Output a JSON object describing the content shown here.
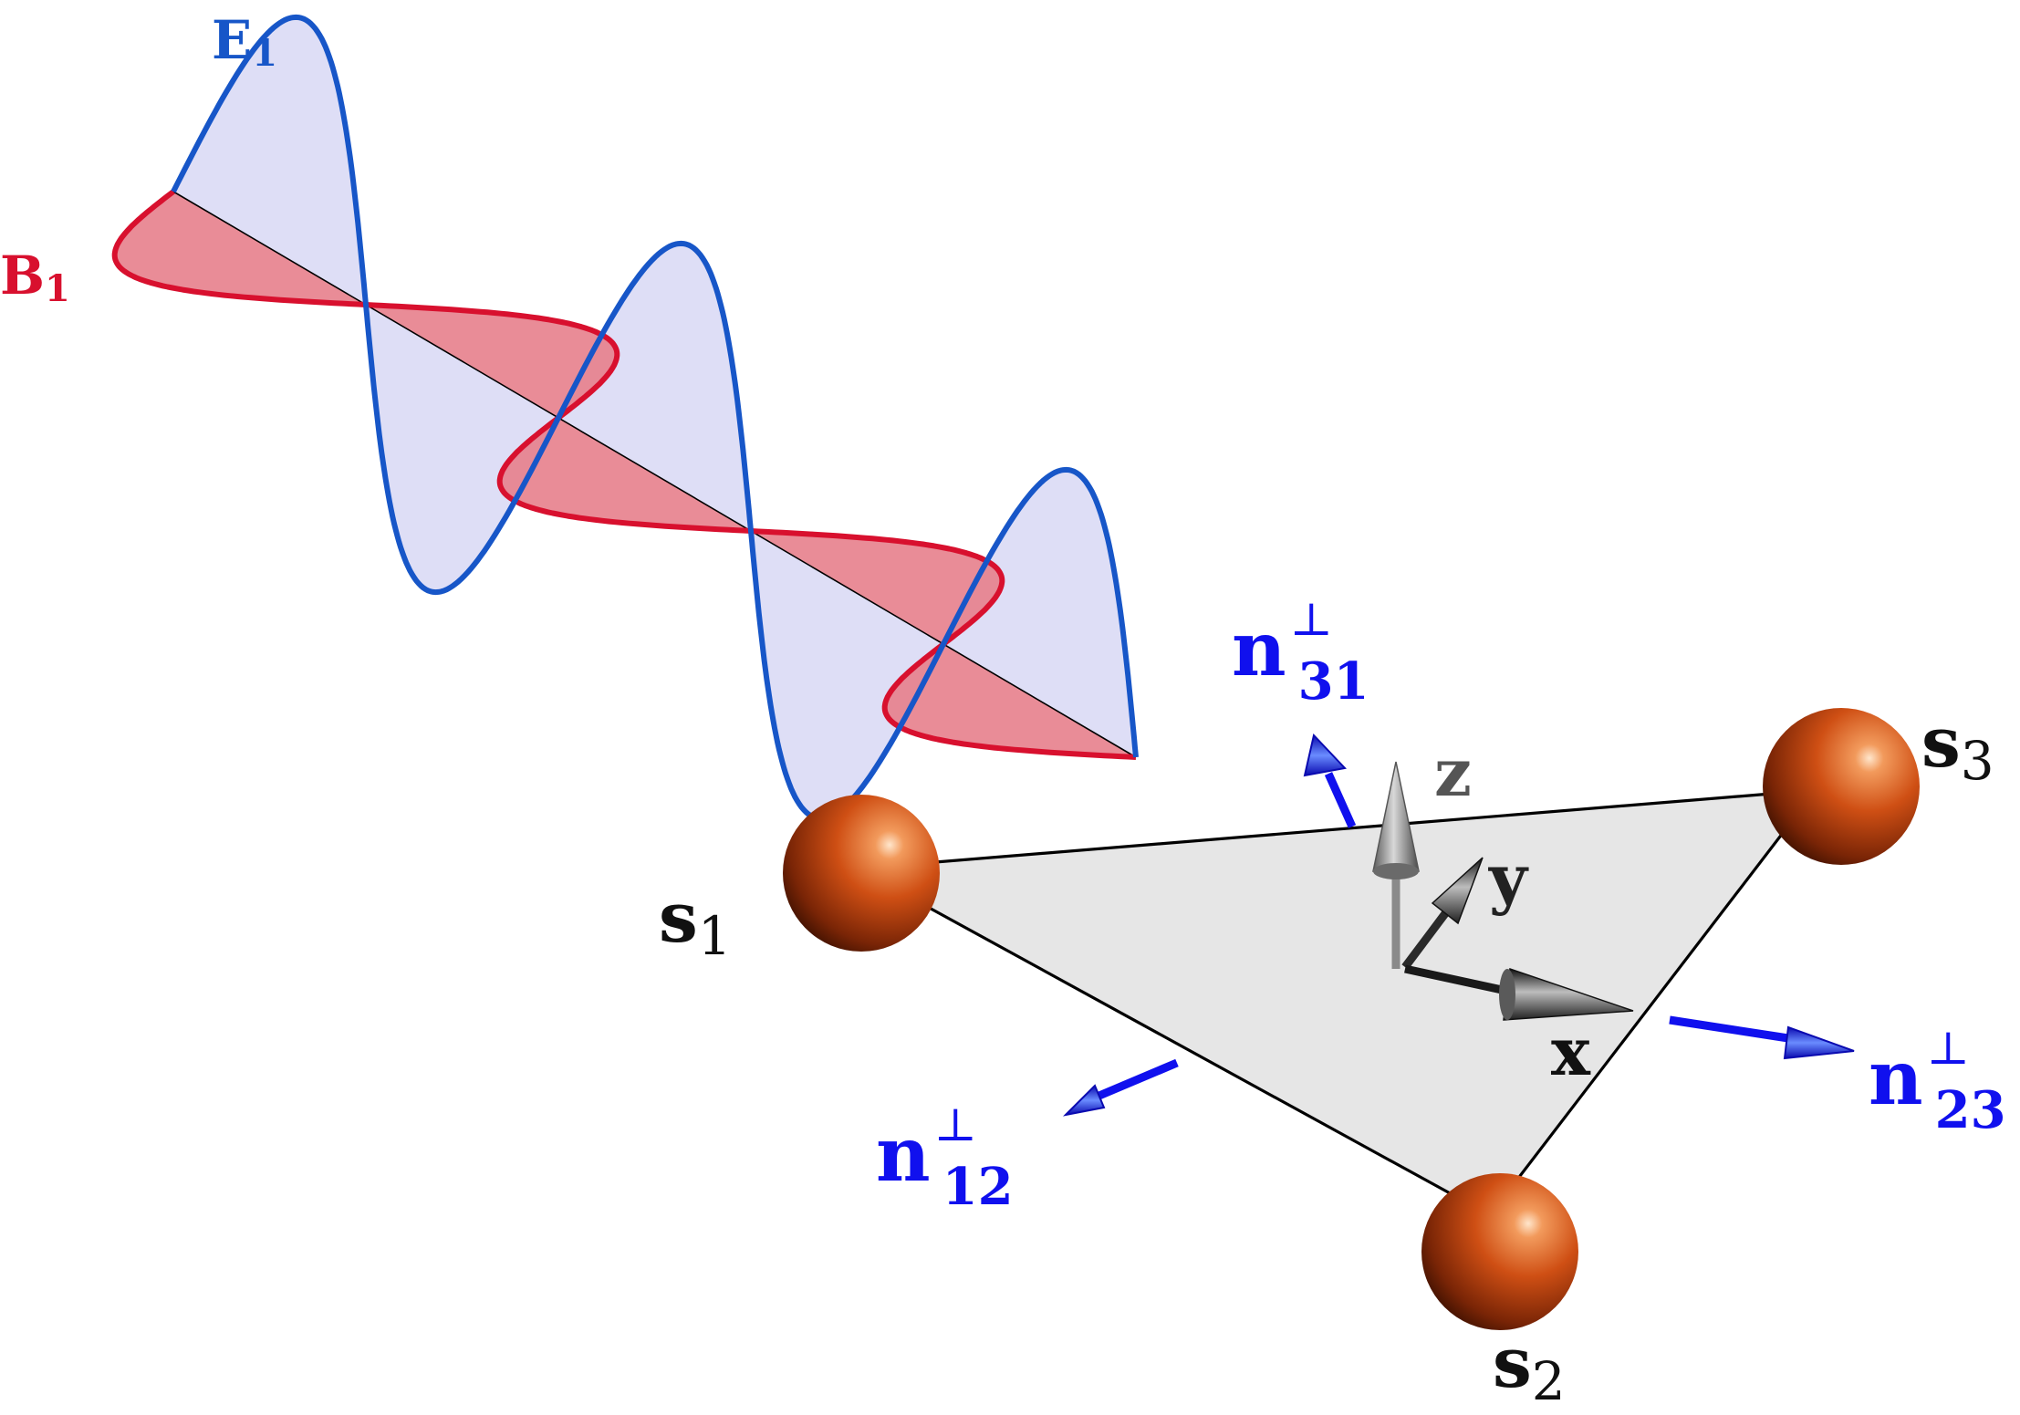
{
  "colors": {
    "e_wave": "#1756c8",
    "e_fill": "#dcdcf6",
    "b_wave": "#d8102e",
    "b_fill": "#e7808c",
    "normal_arrow": "#1010ee",
    "triangle_fill": "#e6e6e6",
    "sphere": "#c84a0e",
    "axis_dark": "#1a1a1a",
    "axis_gray": "#8a8a8a",
    "label_black": "#111111",
    "label_gray": "#555555"
  },
  "wave": {
    "e_label": {
      "main": "E",
      "sub": "1"
    },
    "b_label": {
      "main": "B",
      "sub": "1"
    }
  },
  "vertices": [
    {
      "id": "s1",
      "main": "s",
      "sub": "1"
    },
    {
      "id": "s2",
      "main": "s",
      "sub": "2"
    },
    {
      "id": "s3",
      "main": "s",
      "sub": "3"
    }
  ],
  "normals": [
    {
      "id": "n12",
      "main": "n",
      "sup": "⊥",
      "sub": "12"
    },
    {
      "id": "n23",
      "main": "n",
      "sup": "⊥",
      "sub": "23"
    },
    {
      "id": "n31",
      "main": "n",
      "sup": "⊥",
      "sub": "31"
    }
  ],
  "axes": {
    "x": "x",
    "y": "y",
    "z": "z"
  },
  "icons": [
    "sphere-icon",
    "arrow-icon",
    "cone-arrow-icon"
  ]
}
